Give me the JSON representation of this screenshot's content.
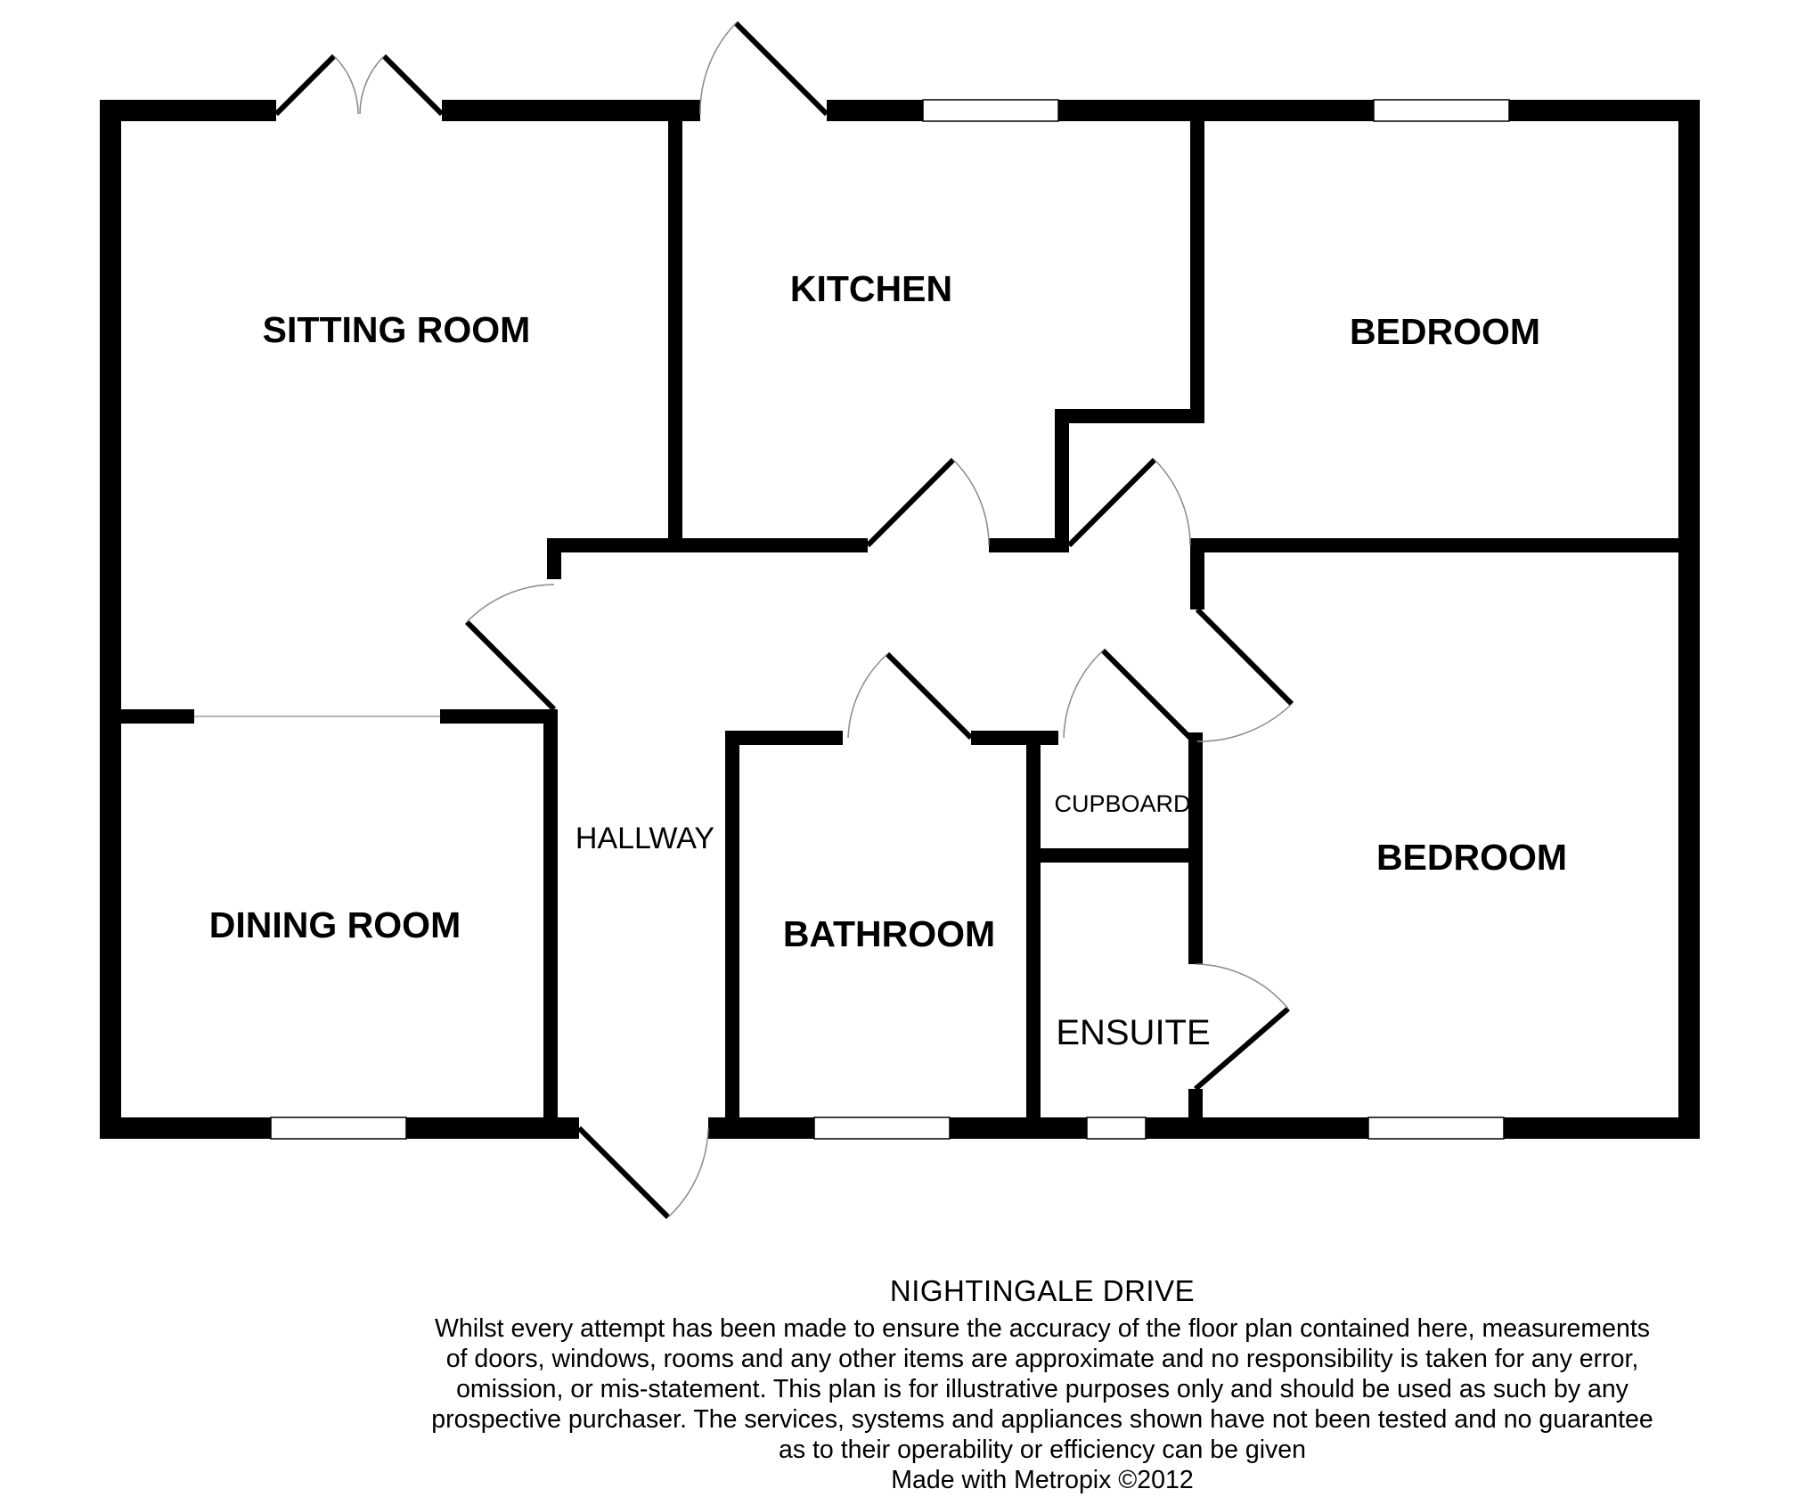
{
  "plan": {
    "rooms": {
      "sitting_room": "SITTING ROOM",
      "kitchen": "KITCHEN",
      "bedroom_1": "BEDROOM",
      "bedroom_2": "BEDROOM",
      "dining_room": "DINING ROOM",
      "hallway": "HALLWAY",
      "bathroom": "BATHROOM",
      "cupboard": "CUPBOARD",
      "ensuite": "ENSUITE"
    }
  },
  "footer": {
    "title": "NIGHTINGALE DRIVE",
    "disclaimer_lines": [
      "Whilst every attempt has been made to ensure the accuracy of the floor plan contained here, measurements",
      "of doors, windows, rooms and any other items are approximate and no responsibility is taken for any error,",
      "omission, or mis-statement. This plan is for illustrative purposes only and should be used as such by any",
      "prospective purchaser. The services, systems and appliances shown have not been tested and no guarantee",
      "as to their operability or efficiency can be given"
    ],
    "credit": "Made with Metropix ©2012"
  }
}
